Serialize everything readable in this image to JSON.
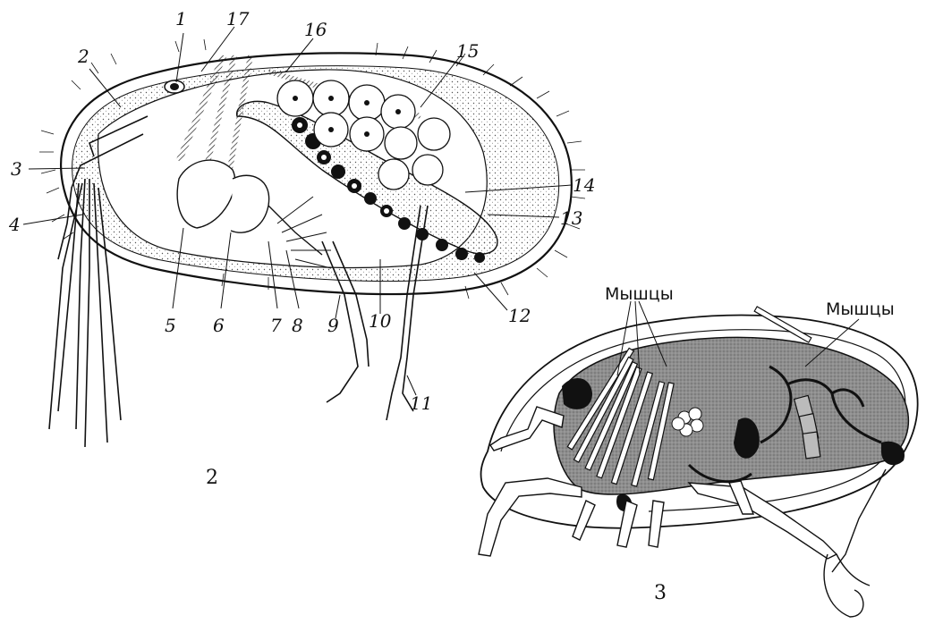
{
  "figure_2": {
    "caption": "2",
    "callouts": [
      "1",
      "2",
      "3",
      "4",
      "5",
      "6",
      "7",
      "8",
      "9",
      "10",
      "11",
      "12",
      "13",
      "14",
      "15",
      "16",
      "17"
    ]
  },
  "figure_3": {
    "caption": "3",
    "callouts": [
      "Мышцы",
      "Мышцы"
    ]
  }
}
